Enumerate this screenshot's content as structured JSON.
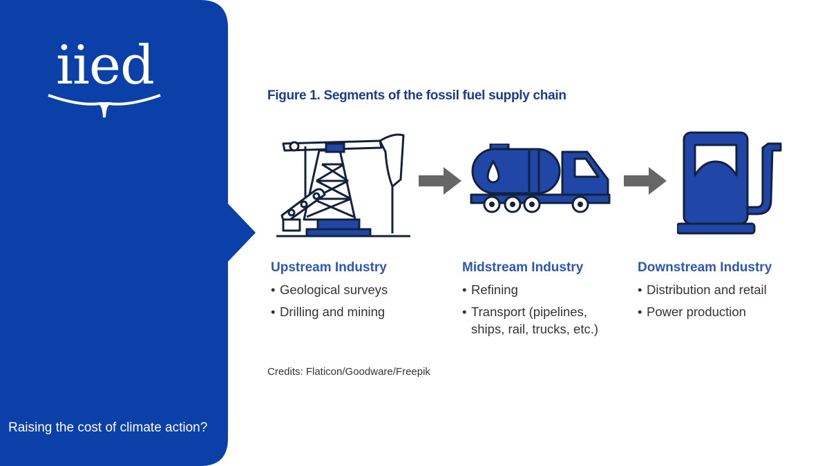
{
  "brand": {
    "logo_text": "iied",
    "tagline": "Raising the cost of climate action?",
    "colors": {
      "brand_blue": "#0b40a8",
      "icon_blue": "#2047a8",
      "arrow_gray": "#666666",
      "heading_blue": "#2f55b5"
    }
  },
  "figure": {
    "title": "Figure 1. Segments of the fossil fuel supply chain",
    "credits": "Credits: Flaticon/Goodware/Freepik",
    "icons": [
      "oil-pumpjack-icon",
      "tanker-truck-icon",
      "fuel-pump-icon"
    ],
    "segments": [
      {
        "heading": "Upstream Industry",
        "items": [
          "Geological surveys",
          "Drilling and mining"
        ]
      },
      {
        "heading": "Midstream Industry",
        "items": [
          "Refining",
          "Transport (pipelines,",
          "ships, rail, trucks, etc.)"
        ]
      },
      {
        "heading": "Downstream Industry",
        "items": [
          "Distribution and retail",
          "Power production"
        ]
      }
    ]
  }
}
